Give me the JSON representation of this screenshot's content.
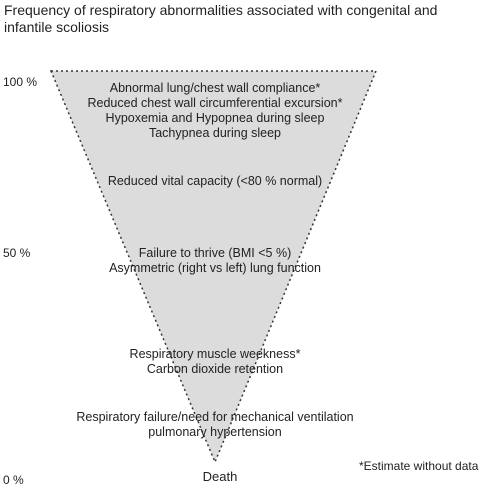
{
  "title": "Frequency of respiratory abnormalities associated with congenital and infantile scoliosis",
  "y_axis": {
    "labels": [
      "100 %",
      "50 %",
      "0 %"
    ]
  },
  "levels": [
    {
      "lines": [
        "Abnormal lung/chest wall compliance*",
        "Reduced chest wall circumferential excursion*",
        "Hypoxemia and Hypopnea during sleep",
        "Tachypnea during sleep"
      ]
    },
    {
      "lines": [
        "Reduced vital capacity (<80 % normal)"
      ]
    },
    {
      "lines": [
        "Failure to thrive (BMI <5 %)",
        "Asymmetric (right vs left) lung function"
      ]
    },
    {
      "lines": [
        "Respiratory muscle weekness*",
        "Carbon dioxide retention"
      ]
    },
    {
      "lines": [
        "Respiratory failure/need for mechanical ventilation",
        "pulmonary hypertension"
      ]
    }
  ],
  "apex_label": "Death",
  "footnote": "*Estimate without data",
  "colors": {
    "funnel_fill": "#dcdcdc",
    "funnel_border": "#333333"
  }
}
